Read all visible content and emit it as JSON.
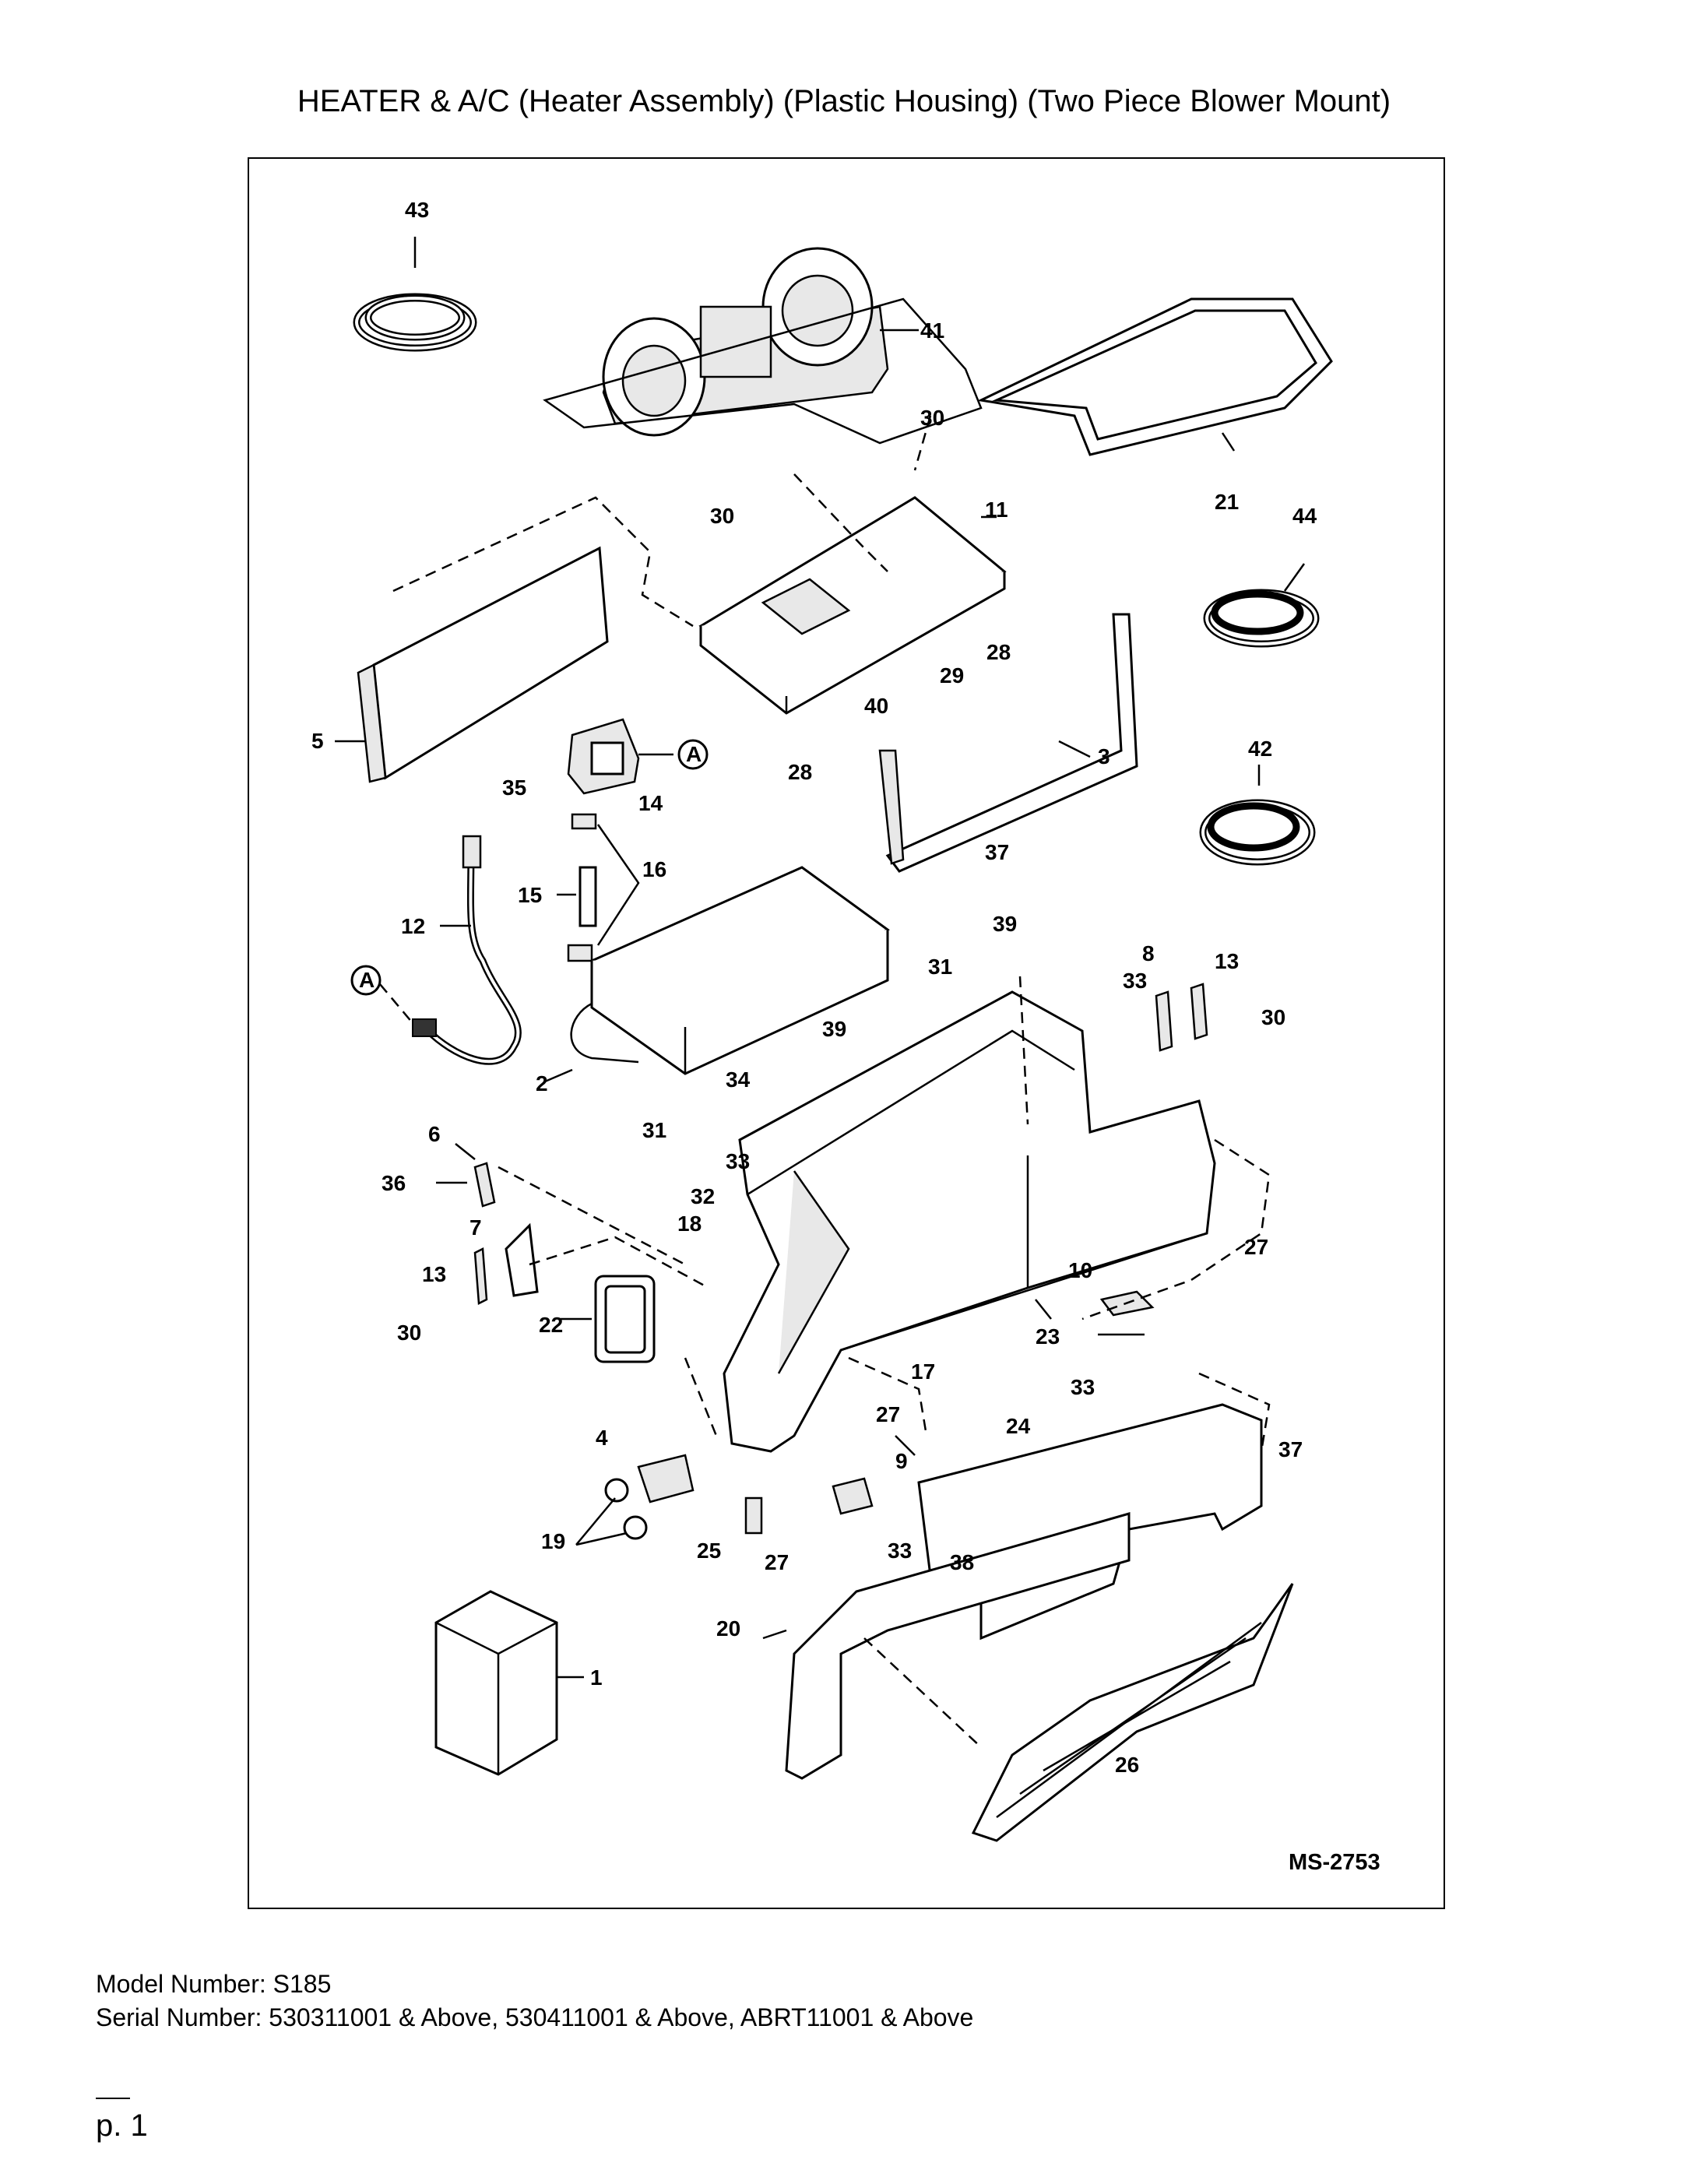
{
  "document": {
    "title": "HEATER & A/C (Heater Assembly) (Plastic Housing) (Two Piece Blower Mount)",
    "drawing_code": "MS-2753",
    "model_number": "Model Number: S185",
    "serial_number": "Serial Number: 530311001 & Above, 530411001 & Above, ABRT11001 & Above",
    "page": "p. 1"
  },
  "diagram": {
    "callouts": [
      "43",
      "41",
      "30",
      "21",
      "44",
      "30",
      "11",
      "28",
      "29",
      "40",
      "5",
      "35",
      "14",
      "28",
      "3",
      "42",
      "37",
      "12",
      "15",
      "16",
      "31",
      "2",
      "39",
      "8",
      "13",
      "33",
      "30",
      "39",
      "34",
      "31",
      "6",
      "33",
      "36",
      "32",
      "18",
      "7",
      "27",
      "13",
      "10",
      "23",
      "30",
      "22",
      "33",
      "17",
      "27",
      "24",
      "37",
      "4",
      "9",
      "19",
      "25",
      "27",
      "33",
      "38",
      "20",
      "1",
      "26",
      "A",
      "A"
    ]
  }
}
